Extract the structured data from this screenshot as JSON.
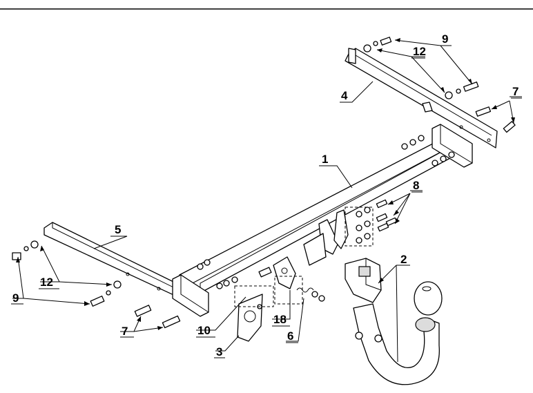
{
  "diagram": {
    "callouts": {
      "c1": "1",
      "c2": "2",
      "c3": "3",
      "c4": "4",
      "c5": "5",
      "c6": "6",
      "c7a": "7",
      "c7b": "7",
      "c8": "8",
      "c9a": "9",
      "c9b": "9",
      "c10": "10",
      "c12a": "12",
      "c12b": "12",
      "c18": "18"
    }
  }
}
